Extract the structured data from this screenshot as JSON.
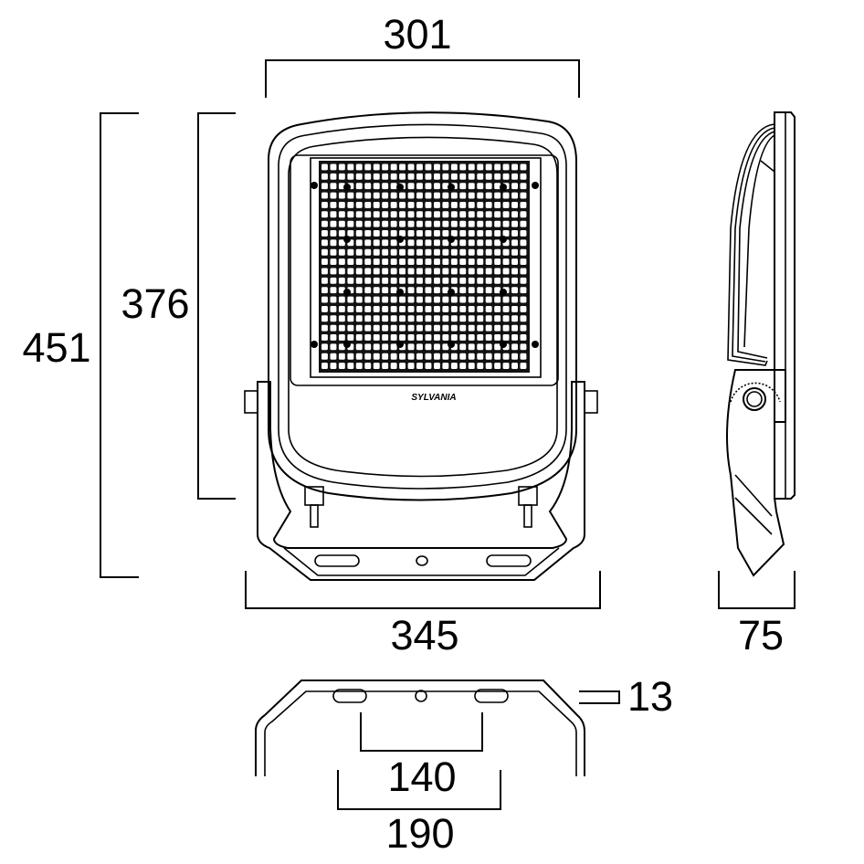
{
  "drawing": {
    "dimensions": {
      "front_top_width": "301",
      "overall_height": "451",
      "body_height": "376",
      "bracket_width": "345",
      "depth": "75",
      "bracket_thickness": "13",
      "hole_spacing": "140",
      "bracket_inner_width": "190"
    },
    "logo": "SYLVANIA",
    "led_grid": {
      "columns": 24,
      "rows": 22
    },
    "colors": {
      "line": "#000000",
      "background": "#ffffff"
    }
  }
}
